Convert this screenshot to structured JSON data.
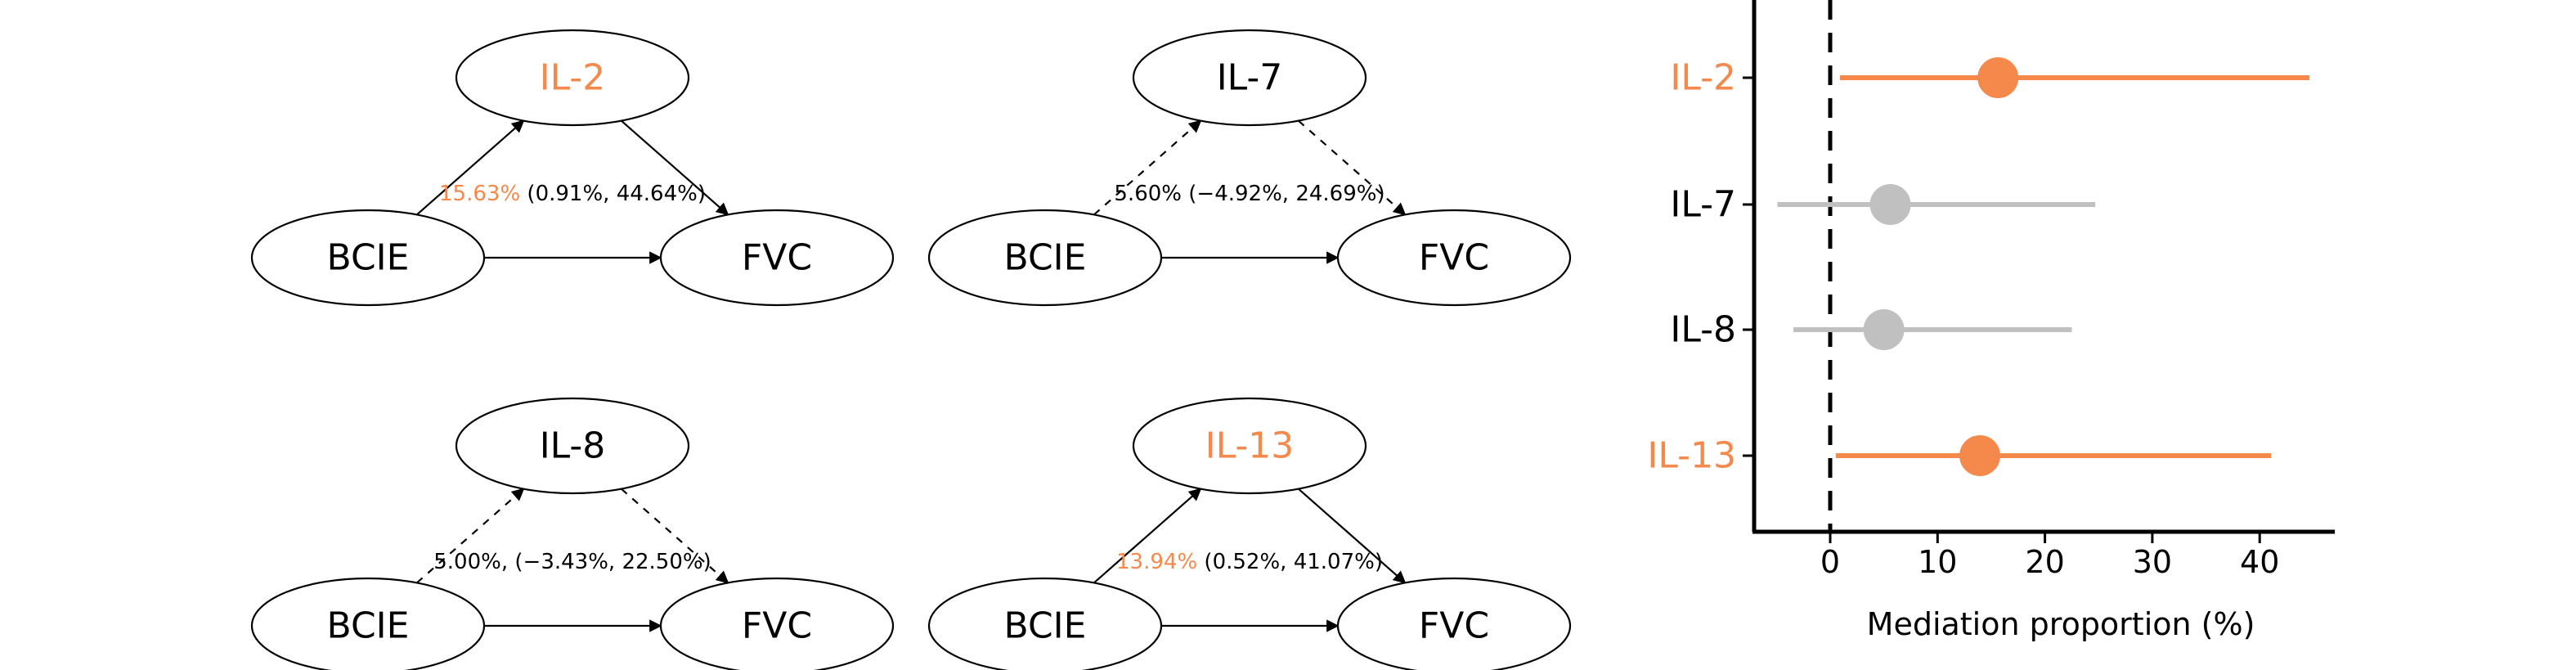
{
  "colors": {
    "highlight": "#f4894b",
    "muted": "#c0c0c0",
    "ink": "#000000"
  },
  "diagrams": [
    {
      "mediator": "IL-2",
      "exposure": "BCIE",
      "outcome": "FVC",
      "significant": true,
      "estimate": "15.63%",
      "ci": "(0.91%, 44.64%)",
      "sep": " "
    },
    {
      "mediator": "IL-7",
      "exposure": "BCIE",
      "outcome": "FVC",
      "significant": false,
      "estimate": "5.60%",
      "ci": "(−4.92%, 24.69%)",
      "sep": " "
    },
    {
      "mediator": "IL-8",
      "exposure": "BCIE",
      "outcome": "FVC",
      "significant": false,
      "estimate": "5.00%,",
      "ci": "(−3.43%, 22.50%)",
      "sep": " "
    },
    {
      "mediator": "IL-13",
      "exposure": "BCIE",
      "outcome": "FVC",
      "significant": true,
      "estimate": "13.94%",
      "ci": "(0.52%, 41.07%)",
      "sep": " "
    }
  ],
  "chart_data": {
    "type": "scatter",
    "style": "forest-plot",
    "categories": [
      "IL-2",
      "IL-7",
      "IL-8",
      "IL-13"
    ],
    "estimates": [
      15.63,
      5.6,
      5.0,
      13.94
    ],
    "ci_lower": [
      0.91,
      -4.92,
      -3.43,
      0.52
    ],
    "ci_upper": [
      44.64,
      24.69,
      22.5,
      41.07
    ],
    "significant": [
      true,
      false,
      false,
      true
    ],
    "xlabel": "Mediation proportion (%)",
    "xticks": [
      0,
      10,
      20,
      30,
      40
    ],
    "xlim": [
      -7,
      47
    ],
    "reference_line": 0
  }
}
